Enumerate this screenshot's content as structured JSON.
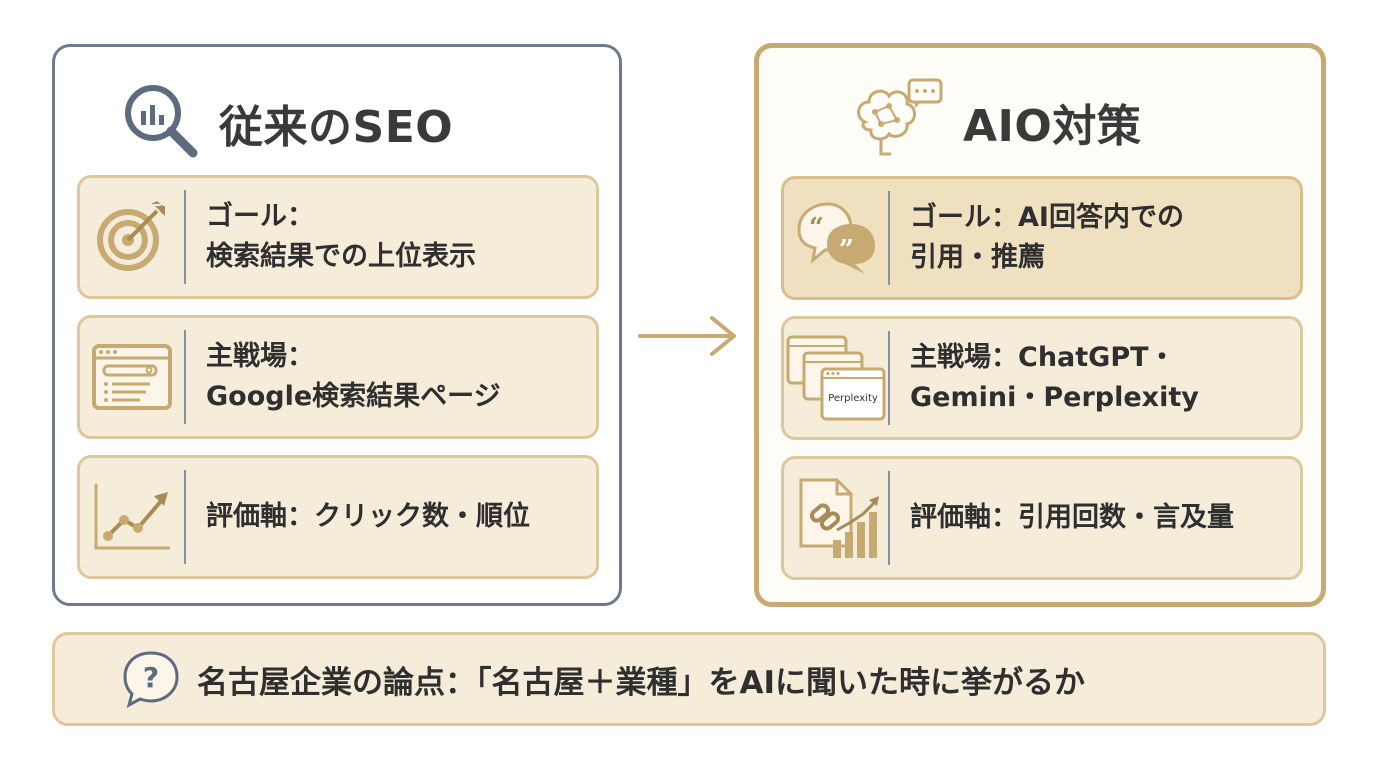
{
  "left_panel": {
    "title": "従来のSEO",
    "icon": "magnifier-chart-icon",
    "cards": [
      {
        "icon": "target-icon",
        "line1": "ゴール：",
        "line2": "検索結果での上位表示"
      },
      {
        "icon": "browser-search-icon",
        "line1": "主戦場：",
        "line2": "Google検索結果ページ"
      },
      {
        "icon": "line-chart-icon",
        "line1": "評価軸：クリック数・順位",
        "line2": ""
      }
    ]
  },
  "right_panel": {
    "title": "AIO対策",
    "icon": "brain-network-icon",
    "cards": [
      {
        "icon": "quote-bubbles-icon",
        "line1": "ゴール：AI回答内での",
        "line2": "引用・推薦"
      },
      {
        "icon": "browser-windows-icon",
        "icon_label": "Perplexity",
        "line1": "主戦場：ChatGPT・",
        "line2": "Gemini・Perplexity"
      },
      {
        "icon": "link-document-chart-icon",
        "line1": "評価軸：引用回数・言及量",
        "line2": ""
      }
    ]
  },
  "connector": {
    "icon": "arrow-right-icon"
  },
  "bottom": {
    "icon": "question-bubble-icon",
    "text": "名古屋企業の論点：「名古屋＋業種」をAIに聞いた時に挙がるか"
  },
  "colors": {
    "gold": "#c7aa72",
    "slate": "#6d7b8c",
    "card_bg": "#f6ecda"
  }
}
